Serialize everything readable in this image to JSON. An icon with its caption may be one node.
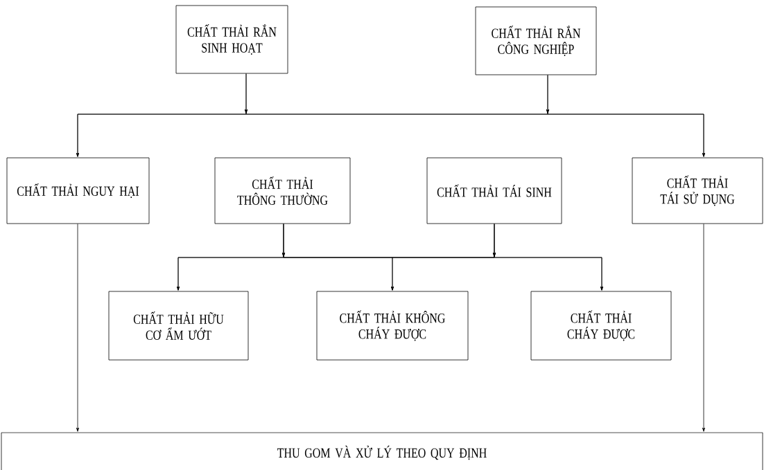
{
  "diagram": {
    "nodes": [
      {
        "text": [
          "CHẤT THẢI RẮN SINH HOẠT"
        ]
      },
      {
        "text": [
          "CHẤT THẢI RẮN CÔNG NGHIỆP"
        ]
      },
      {
        "text": [
          "CHẤT THẢI NGUY HẠI"
        ]
      },
      {
        "text": [
          "CHẤT THẢI THÔNG THƯỜNG"
        ]
      },
      {
        "text": [
          "CHẤT THẢI TÁI SINH"
        ]
      },
      {
        "text": [
          "CHẤT THẢI TÁI SỬ DỤNG"
        ]
      },
      {
        "text": [
          "CHẤT THẢI HỮU CƠ ẨM ƯỚT"
        ]
      },
      {
        "text": [
          "CHẤT THẢI KHÔNG CHÁY ĐƯỢC"
        ]
      },
      {
        "text": [
          "CHẤT THẢI CHÁY ĐƯỢC"
        ]
      },
      {
        "text": [
          "THU GOM VÀ XỬ LÝ THEO QUY ĐỊNH"
        ]
      }
    ],
    "edges": [
      {
        "from": 0,
        "to": 2,
        "arrow": "to"
      },
      {
        "from": 0,
        "to": 5,
        "arrow": "to"
      },
      {
        "from": 1,
        "to": 2,
        "arrow": "to"
      },
      {
        "from": 1,
        "to": 5,
        "arrow": "to"
      },
      {
        "from": 3,
        "to": 6,
        "arrow": "to"
      },
      {
        "from": 3,
        "to": 7,
        "arrow": "to"
      },
      {
        "from": 3,
        "to": 8,
        "arrow": "to"
      },
      {
        "from": 4,
        "to": 6,
        "arrow": "to"
      },
      {
        "from": 4,
        "to": 7,
        "arrow": "to"
      },
      {
        "from": 4,
        "to": 8,
        "arrow": "to"
      },
      {
        "from": 2,
        "to": 9,
        "arrow": "to"
      },
      {
        "from": 5,
        "to": 9,
        "arrow": "to"
      }
    ]
  }
}
